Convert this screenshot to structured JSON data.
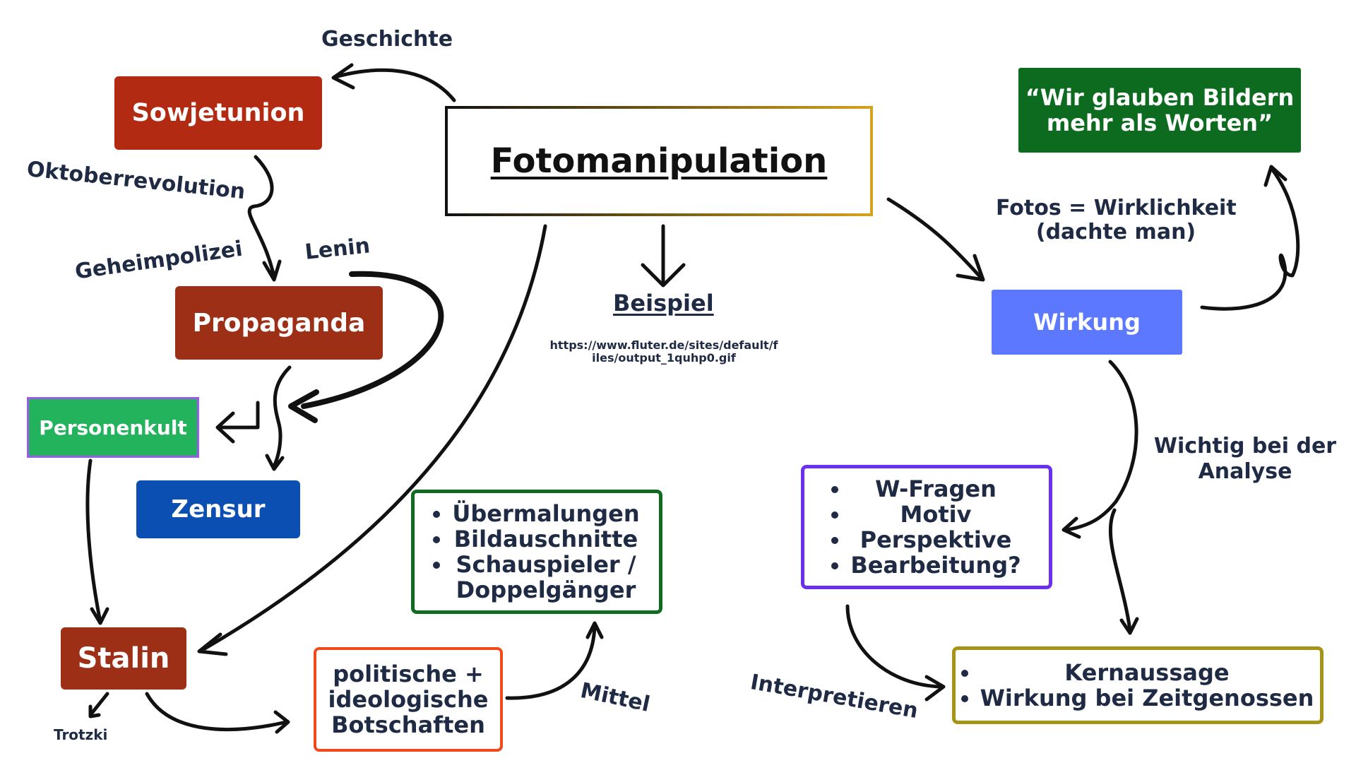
{
  "title": "Fotomanipulation",
  "example": {
    "label": "Beispiel",
    "url_line1": "https://www.fluter.de/sites/default/f",
    "url_line2": "iles/output_1quhp0.gif"
  },
  "nodes": {
    "sowjetunion": "Sowjetunion",
    "propaganda": "Propaganda",
    "personenkult": "Personenkult",
    "zensur": "Zensur",
    "stalin": "Stalin",
    "botschaften": [
      "politische +",
      "ideologische",
      "Botschaften"
    ],
    "methods": [
      "Übermalungen",
      "Bildauschnitte",
      "Schauspieler /",
      "Doppelgänger"
    ],
    "wirkung": "Wirkung",
    "quote": [
      "“Wir glauben Bildern",
      "mehr als Worten”"
    ],
    "analysis": [
      "W-Fragen",
      "Motiv",
      "Perspektive",
      "Bearbeitung?"
    ],
    "result": [
      "Kernaussage",
      "Wirkung bei Zeitgenossen"
    ]
  },
  "labels": {
    "geschichte": "Geschichte",
    "oktoberrevolution": "Oktoberrevolution",
    "geheimpolizei": "Geheimpolizei",
    "lenin": "Lenin",
    "trotzki": "Trotzki",
    "mittel": "Mittel",
    "fotos_line1": "Fotos = Wirklichkeit",
    "fotos_line2": "(dachte man)",
    "wichtig_line1": "Wichtig bei der",
    "wichtig_line2": "Analyse",
    "interpretieren": "Interpretieren"
  },
  "colors": {
    "sowjetunion": "#b32a12",
    "propaganda": "#9e2f17",
    "personenkult": "#22b35c",
    "personenkult_border": "#9b5de5",
    "zensur": "#0b4fb2",
    "stalin": "#9e2f17",
    "wirkung": "#5b78ff",
    "quote": "#0d6b1f",
    "methods_border": "#0f6b22",
    "botschaften_border": "#f04a1c",
    "analysis_border": "#6a2ff0",
    "result_border": "#a69419",
    "text_dark": "#1f2a44"
  }
}
